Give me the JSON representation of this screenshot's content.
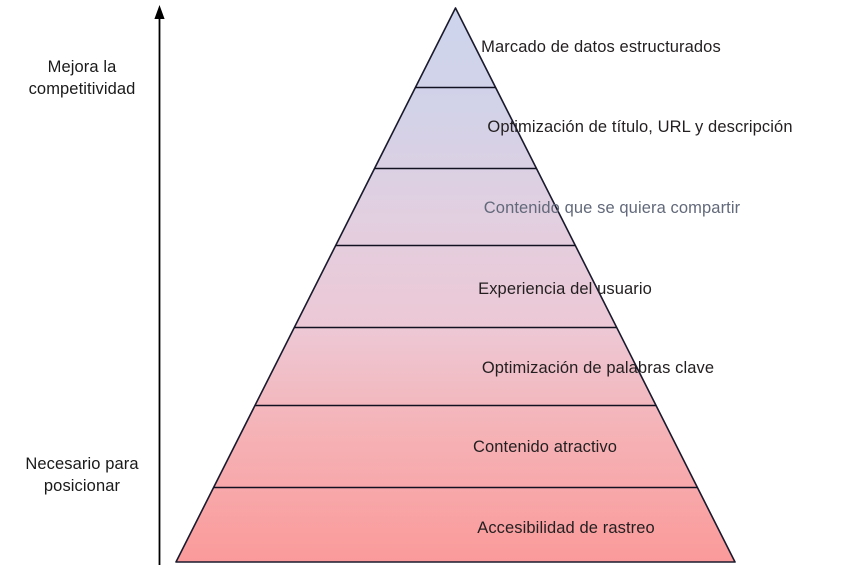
{
  "diagram": {
    "type": "pyramid",
    "title": "",
    "background_color": "#ffffff",
    "axis": {
      "name": "vertical-arrow",
      "direction": "up",
      "top_label": "Mejora la\ncompetitividad",
      "bottom_label": "Necesario para\nposicionar",
      "color": "#000000"
    },
    "pyramid": {
      "apex_color": "#ced6ee",
      "base_color": "#fb9a9a",
      "mid_color": "#edc8d5",
      "outline_color": "#1a1a2e",
      "levels": [
        {
          "index": 1,
          "label": "Marcado de datos estructurados",
          "text_color": "#231f20",
          "position": "top"
        },
        {
          "index": 2,
          "label": "Optimización de título, URL y descripción",
          "text_color": "#231f20",
          "position": "upper"
        },
        {
          "index": 3,
          "label": "Contenido que se quiera compartir",
          "text_color": "#62697a",
          "position": "upper-middle"
        },
        {
          "index": 4,
          "label": "Experiencia del usuario",
          "text_color": "#231f20",
          "position": "middle"
        },
        {
          "index": 5,
          "label": "Optimización de palabras clave",
          "text_color": "#231f20",
          "position": "lower-middle"
        },
        {
          "index": 6,
          "label": "Contenido atractivo",
          "text_color": "#231f20",
          "position": "lower"
        },
        {
          "index": 7,
          "label": "Accesibilidad de rastreo",
          "text_color": "#231f20",
          "position": "base"
        }
      ]
    }
  }
}
